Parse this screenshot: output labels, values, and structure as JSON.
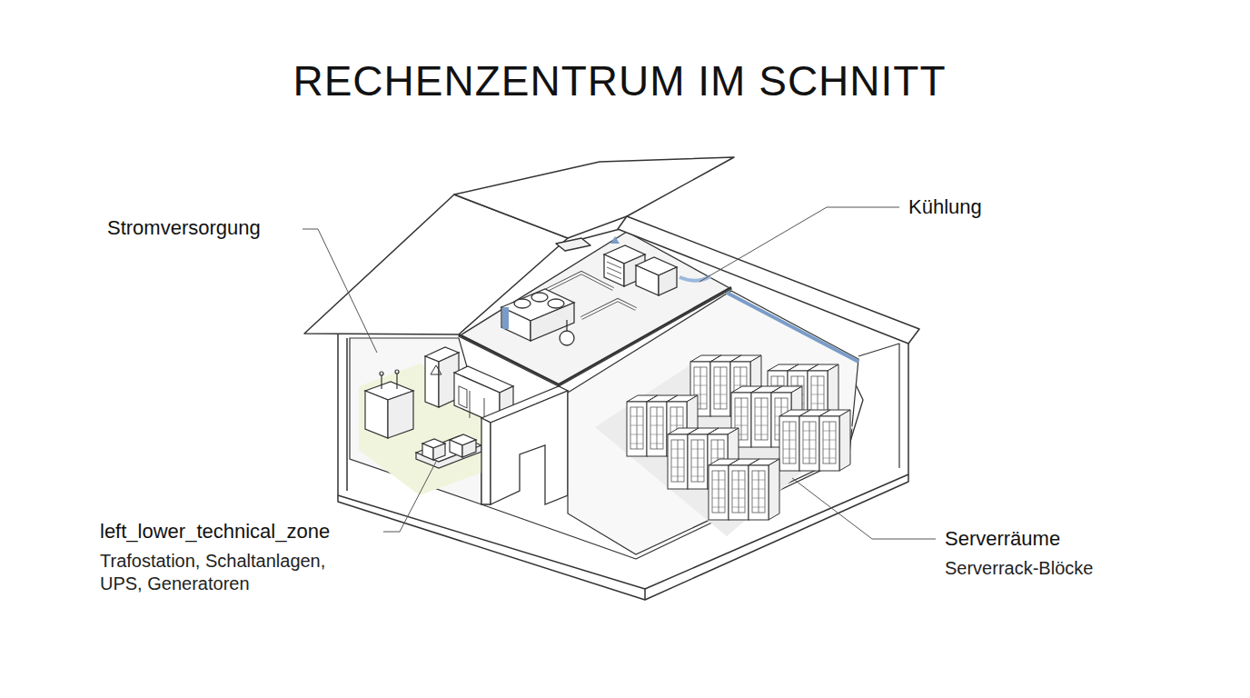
{
  "diagram": {
    "title": "RECHENZENTRUM IM SCHNITT",
    "labels": [
      "Stromversorgung",
      "Kühlung",
      "left_lower_technical_zone",
      "Trafostation, Schaltanlagen, UPS, Generatoren",
      "Serverräume",
      "Serverrack-Blöcke"
    ]
  }
}
